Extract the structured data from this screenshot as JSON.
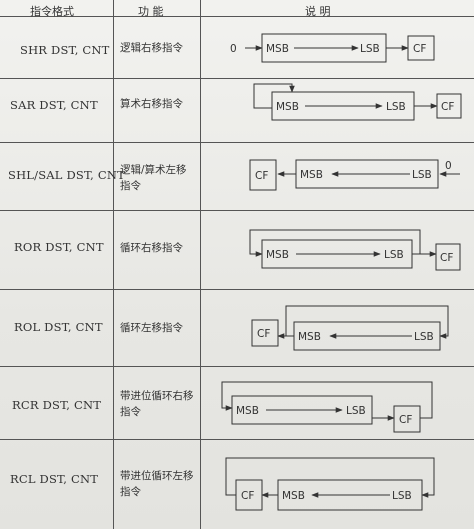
{
  "headers": {
    "format": "指令格式",
    "function": "功  能",
    "description": "说  明"
  },
  "rows": [
    {
      "format": "SHR  DST, CNT",
      "function": "逻辑右移指令"
    },
    {
      "format": "SAR  DST, CNT",
      "function": "算术右移指令"
    },
    {
      "format": "SHL/SAL DST, CNT",
      "function": "逻辑/算术左移指令"
    },
    {
      "format": "ROR  DST, CNT",
      "function": "循环右移指令"
    },
    {
      "format": "ROL  DST, CNT",
      "function": "循环左移指令"
    },
    {
      "format": "RCR  DST, CNT",
      "function": "带进位循环右移指令"
    },
    {
      "format": "RCL  DST, CNT",
      "function": "带进位循环左移指令"
    }
  ],
  "labels": {
    "msb": "MSB",
    "lsb": "LSB",
    "cf": "CF",
    "zero": "0"
  }
}
